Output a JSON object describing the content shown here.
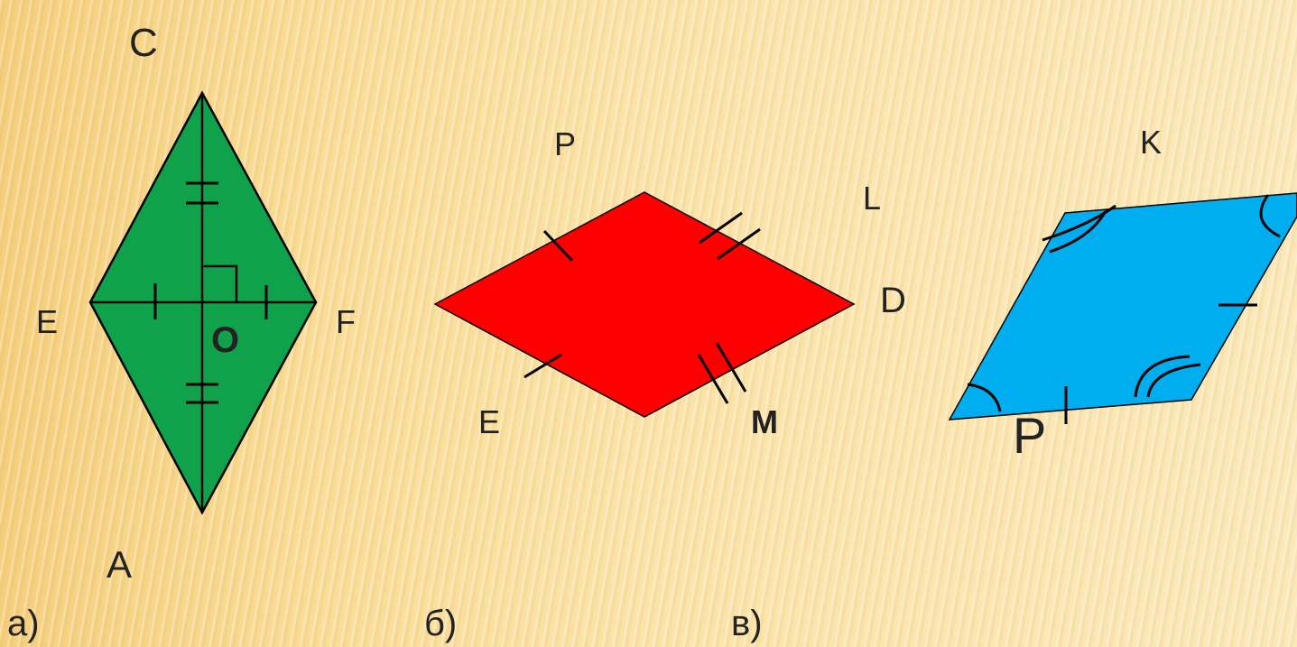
{
  "colors": {
    "green": "#10a24a",
    "red": "#ff0000",
    "blue": "#00aeef",
    "label": "#222222"
  },
  "figure_a": {
    "caption": "а)",
    "vertex_top": "C",
    "vertex_left": "E",
    "vertex_right": "F",
    "vertex_bottom": "A",
    "center": "O"
  },
  "figure_b": {
    "caption": "б)",
    "label_top": "P",
    "label_right_upper": "L",
    "label_right": "D",
    "label_left_lower": "E",
    "label_bottom_right": "M"
  },
  "figure_c": {
    "caption": "в)",
    "label_top_right": "K",
    "label_bottom": "P"
  }
}
